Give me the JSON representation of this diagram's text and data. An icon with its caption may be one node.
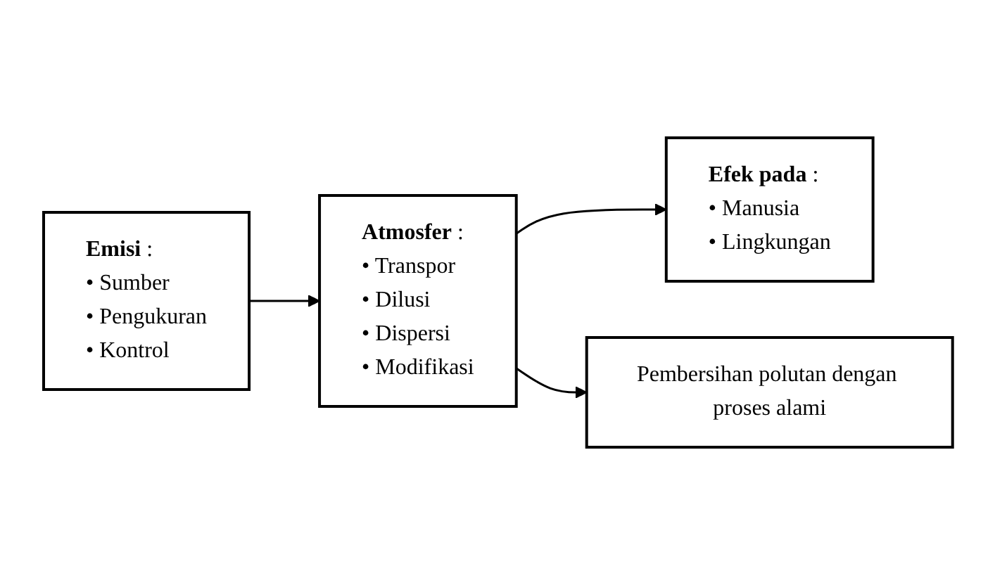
{
  "diagram": {
    "nodes": [
      {
        "text": [
          "**Emisi** :",
          "• Sumber",
          "• Pengukuran",
          "• Kontrol"
        ]
      },
      {
        "text": [
          "**Atmosfer** :",
          "• Transpor",
          "• Dilusi",
          "• Dispersi",
          "• Modifikasi"
        ]
      },
      {
        "text": [
          "**Efek pada** :",
          "• Manusia",
          "• Lingkungan"
        ]
      },
      {
        "text": [
          "Pembersihan polutan dengan proses alami"
        ]
      }
    ],
    "edges": [
      {
        "from": 0,
        "to": 1,
        "arrow": "to"
      },
      {
        "from": 1,
        "to": 2,
        "arrow": "to"
      },
      {
        "from": 1,
        "to": 3,
        "arrow": "to"
      }
    ]
  }
}
